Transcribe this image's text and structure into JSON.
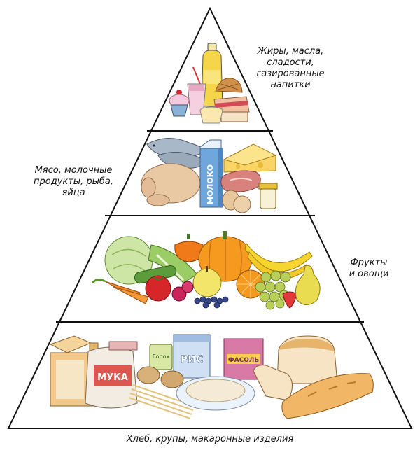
{
  "tiers": [
    {
      "id": "fats",
      "label_lines": [
        "Жиры, масла,",
        "сладости,",
        "газированные",
        "напитки"
      ]
    },
    {
      "id": "protein",
      "label_lines": [
        "Мясо, молочные",
        "продукты, рыба,",
        "яйца"
      ],
      "product_text": "МОЛОКО"
    },
    {
      "id": "fruits",
      "label_lines": [
        "Фрукты",
        "и овощи"
      ]
    },
    {
      "id": "grains",
      "label": "Хлеб, крупы, макаронные изделия",
      "product_texts": {
        "flour": "МУКА",
        "rice": "РИС",
        "beans": "ФАСОЛЬ",
        "peas": "Горох"
      }
    }
  ],
  "colors": {
    "outline": "#111111",
    "bread": "#f2c98a",
    "fruit_banana": "#f6d531",
    "fruit_orange": "#f59a1e",
    "apple_red": "#d7262a",
    "grapes": "#b9cf5a",
    "milk_blue": "#6fa6dc",
    "meat": "#d9817c",
    "cheese": "#f8d566"
  }
}
